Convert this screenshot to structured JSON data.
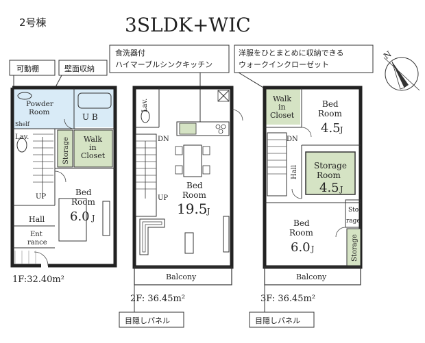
{
  "building": "2号棟",
  "plan_type": "3SLDK+WIC",
  "colors": {
    "wall": "#222222",
    "storage_green": "#d5e3c4",
    "wet_blue": "#d9ebf7",
    "stair": "#555555"
  },
  "callouts": {
    "movable_shelf": "可動棚",
    "wall_storage": "壁面収納",
    "kitchen_line1": "食洗器付",
    "kitchen_line2": "ハイマーブルシンクキッチン",
    "wic_line1": "洋服をひとまとめに収納できる",
    "wic_line2": "ウォークインクローゼット",
    "screen_panel": "目隠しパネル"
  },
  "compass": {
    "label": "N",
    "icon": "north-arrow-icon"
  },
  "floor1": {
    "area": "1F:32.40m²",
    "rooms": {
      "powder_1": "Powder",
      "powder_2": "Room",
      "shelf": "Shelf",
      "ub": "U B",
      "lav": "Lav.",
      "storage": "Storage",
      "wic_1": "Walk",
      "wic_2": "in",
      "wic_3": "Closet",
      "bed_1": "Bed",
      "bed_2": "Room",
      "bed_size": "6.0",
      "bed_unit": "J",
      "up": "UP",
      "hall": "Hall",
      "entrance_1": "Ent",
      "entrance_2": "rance"
    }
  },
  "floor2": {
    "area": "2F: 36.45m²",
    "rooms": {
      "lav": "Lav.",
      "dn": "DN",
      "up": "UP",
      "bed_1": "Bed",
      "bed_2": "Room",
      "bed_size": "19.5",
      "bed_unit": "J",
      "balcony": "Balcony"
    }
  },
  "floor3": {
    "area": "3F: 36.45m²",
    "rooms": {
      "wic_1": "Walk",
      "wic_2": "in",
      "wic_3": "Closet",
      "bed_a_1": "Bed",
      "bed_a_2": "Room",
      "bed_a_size": "4.5",
      "bed_a_unit": "J",
      "dn": "DN",
      "hall": "Hall",
      "storage_room_1": "Storage",
      "storage_room_2": "Room",
      "storage_room_size": "4.5",
      "storage_room_unit": "J",
      "sto_1": "Sto",
      "sto_2": "rage",
      "bed_b_1": "Bed",
      "bed_b_2": "Room",
      "bed_b_size": "6.0",
      "bed_b_unit": "J",
      "storage": "Storage",
      "balcony": "Balcony"
    }
  }
}
